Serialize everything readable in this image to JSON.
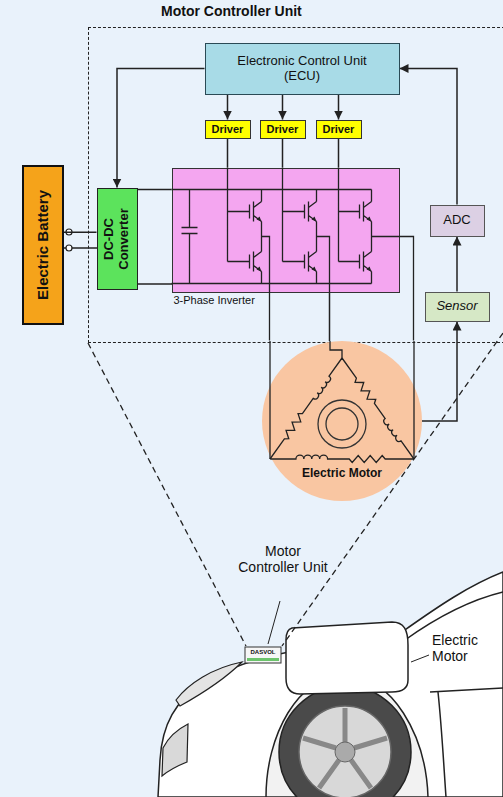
{
  "diagram": {
    "nodes": [
      {
        "text": [
          "Motor Controller Unit"
        ]
      },
      {
        "text": [
          "Electronic Control Unit (ECU)"
        ],
        "in": 0
      },
      {
        "text": [
          "Driver"
        ],
        "in": 0
      },
      {
        "text": [
          "Driver"
        ],
        "in": 0
      },
      {
        "text": [
          "Driver"
        ],
        "in": 0
      },
      {
        "text": [
          "DC-DC Converter"
        ],
        "in": 0
      },
      {
        "text": [
          "3-Phase Inverter"
        ],
        "in": 0
      },
      {
        "text": [
          "ADC"
        ],
        "in": 0
      },
      {
        "text": [
          "Sensor"
        ],
        "in": 0
      },
      {
        "text": [
          "Electric Battery"
        ]
      },
      {
        "text": [
          "Electric Motor"
        ]
      }
    ],
    "edges": [
      {
        "from": 1,
        "to": 5,
        "arrow": "to"
      },
      {
        "from": 1,
        "to": 2,
        "arrow": "to"
      },
      {
        "from": 1,
        "to": 3,
        "arrow": "to"
      },
      {
        "from": 1,
        "to": 4,
        "arrow": "to"
      },
      {
        "from": 7,
        "to": 1,
        "arrow": "to"
      },
      {
        "from": 8,
        "to": 7,
        "arrow": "to"
      },
      {
        "from": 10,
        "to": 8,
        "arrow": "to"
      },
      {
        "from": 9,
        "to": 5,
        "arrow": "none"
      },
      {
        "from": 5,
        "to": 6,
        "arrow": "none"
      },
      {
        "from": 2,
        "to": 6,
        "arrow": "none"
      },
      {
        "from": 3,
        "to": 6,
        "arrow": "none"
      },
      {
        "from": 4,
        "to": 6,
        "arrow": "none"
      },
      {
        "from": 6,
        "to": 10,
        "arrow": "none"
      }
    ],
    "labels": [
      "Motor Controller Unit",
      "DASVOL",
      "Electric Motor"
    ]
  }
}
